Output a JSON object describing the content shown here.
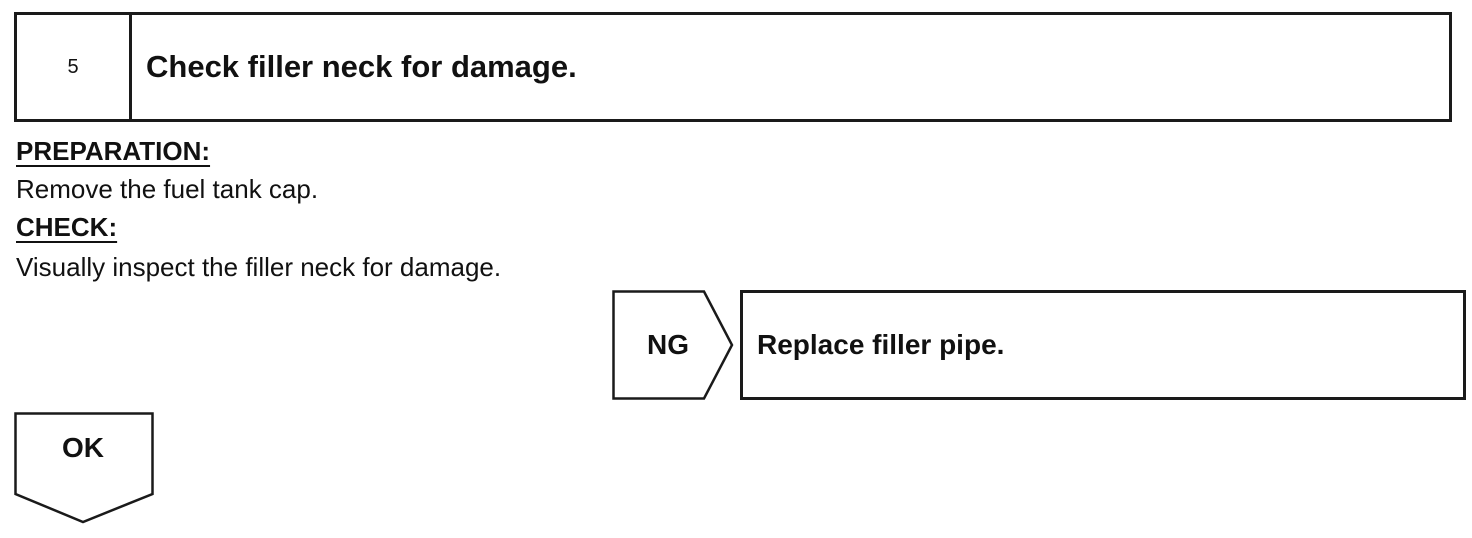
{
  "step": {
    "number": "5",
    "title": "Check filler neck for damage."
  },
  "preparation": {
    "label": "PREPARATION:",
    "text": "Remove the fuel tank cap."
  },
  "check": {
    "label": "CHECK:",
    "text": "Visually inspect the filler neck for damage."
  },
  "ng": {
    "label": "NG",
    "action": "Replace filler pipe."
  },
  "ok": {
    "label": "OK"
  }
}
